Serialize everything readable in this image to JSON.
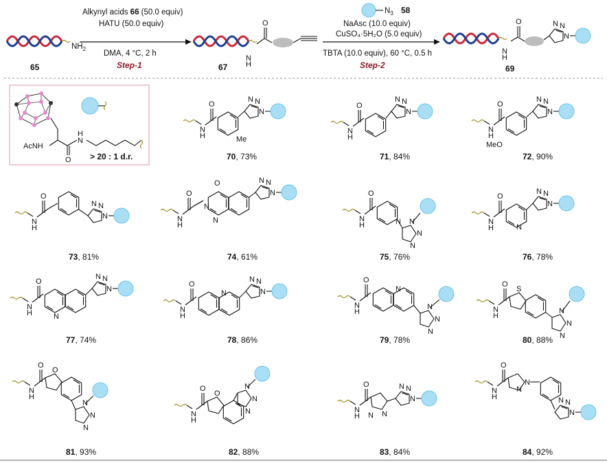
{
  "scheme": {
    "start_label": "65",
    "amine_label": "NH",
    "amine_sub": "2",
    "intermediate_label": "67",
    "product_label": "69",
    "azide_label": "58",
    "azide_group": "N",
    "azide_sub": "3",
    "step1": {
      "line1_a": "Alkynyl acids ",
      "line1_b": "66",
      "line1_c": " (50.0 equiv)",
      "line2": "HATU (50.0 equiv)",
      "line3": "DMA, 4 °C, 2 h",
      "name": "Step-1"
    },
    "step2": {
      "line1": "NaAsc (10.0 equiv)",
      "line2": "CuSO₄·5H₂O (5.0 equiv)",
      "line3": "TBTA (10.0 equiv), 60 °C, 0.5 h",
      "name": "Step-2"
    }
  },
  "ligand_box": {
    "acnh": "AcNH",
    "nh": "N",
    "h": "H",
    "o": "O",
    "dr": "> 20 : 1 d.r."
  },
  "atoms": {
    "N": "N",
    "NH": "H",
    "O": "O",
    "S": "S",
    "Me": "Me",
    "MeO": "MeO"
  },
  "compounds": [
    {
      "id": "70",
      "yield": ", 73%"
    },
    {
      "id": "71",
      "yield": ", 84%"
    },
    {
      "id": "72",
      "yield": ", 90%"
    },
    {
      "id": "73",
      "yield": ", 81%"
    },
    {
      "id": "74",
      "yield": ", 61%"
    },
    {
      "id": "75",
      "yield": ", 76%"
    },
    {
      "id": "76",
      "yield": ", 78%"
    },
    {
      "id": "77",
      "yield": ", 74%"
    },
    {
      "id": "78",
      "yield": ", 86%"
    },
    {
      "id": "79",
      "yield": ", 78%"
    },
    {
      "id": "80",
      "yield": ", 88%"
    },
    {
      "id": "81",
      "yield": ", 93%"
    },
    {
      "id": "82",
      "yield": ", 88%"
    },
    {
      "id": "83",
      "yield": ", 84%"
    },
    {
      "id": "84",
      "yield": ", 92%"
    }
  ],
  "colors": {
    "dna_red": "#c8293a",
    "dna_blue": "#1f3f8f",
    "linker": "#9a8a1a",
    "ball": "#a9def5",
    "step": "#8b1a2b",
    "box_border": "#e7a7b4",
    "carborane": "#e58ad0"
  }
}
